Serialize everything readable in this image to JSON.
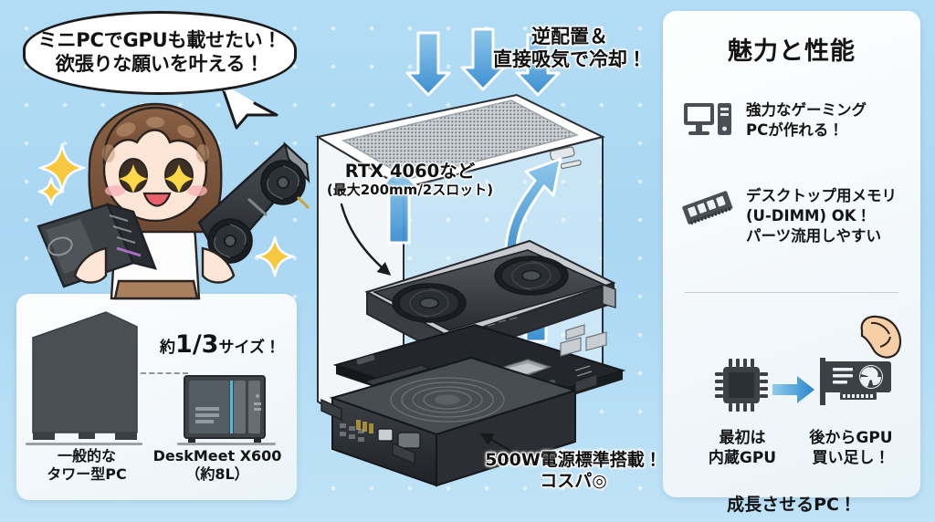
{
  "background": {
    "color": "#a9d6f2",
    "dot_color": "#ffffff"
  },
  "speech_bubble": {
    "line1": "ミニPCでGPUも載せたい！",
    "line2": "欲張りな願いを叶える！"
  },
  "character": {
    "alt": "笑顔の女の子キャラクター",
    "holding_left": "ミニPCケース",
    "holding_right": "グラフィックボード",
    "sparkles": "キラキラ"
  },
  "diagram": {
    "alt": "DeskMeet X600 分解図",
    "callouts": [
      {
        "id": "cooling",
        "line1": "逆配置＆",
        "line2": "直接吸気で冷却！"
      },
      {
        "id": "gpu",
        "line1": "RTX 4060など",
        "line2": "(最大200mm/2スロット)"
      },
      {
        "id": "psu",
        "line1": "500W電源標準搭載！",
        "line2": "コスパ◎"
      }
    ],
    "parts": {
      "case": "ミニタワーケース",
      "gpu": "グラフィックボード",
      "motherboard": "マザーボード",
      "psu": "電源ユニット",
      "airflow": "吸気エアフロー"
    },
    "arrow_color": "#4fa3dd"
  },
  "comparison": {
    "size_label_small_1": "約",
    "size_label_big": "1/3",
    "size_label_small_2": "サイズ！",
    "tower": {
      "line1": "一般的な",
      "line2": "タワー型PC"
    },
    "deskmeet": {
      "line1": "DeskMeet X600",
      "line2": "（約8L）"
    }
  },
  "right_panel": {
    "title": "魅力と性能",
    "features": [
      {
        "icon": "desktop-pc-icon",
        "lines": [
          "強力なゲーミング",
          "PCが作れる！"
        ]
      },
      {
        "icon": "memory-module-icon",
        "lines": [
          "デスクトップ用メモリ",
          "(U-DIMM) OK！",
          "パーツ流用しやすい"
        ]
      }
    ],
    "upgrade": {
      "left_icon": "cpu-chip-icon",
      "arrow_icon": "right-arrow-icon",
      "right_icon": "graphics-card-icon",
      "muscle_icon": "flexed-biceps-icon",
      "left_label": [
        "最初は",
        "内蔵GPU"
      ],
      "right_label": [
        "後からGPU",
        "買い足し！"
      ],
      "footer": "成長させるPC！"
    }
  }
}
